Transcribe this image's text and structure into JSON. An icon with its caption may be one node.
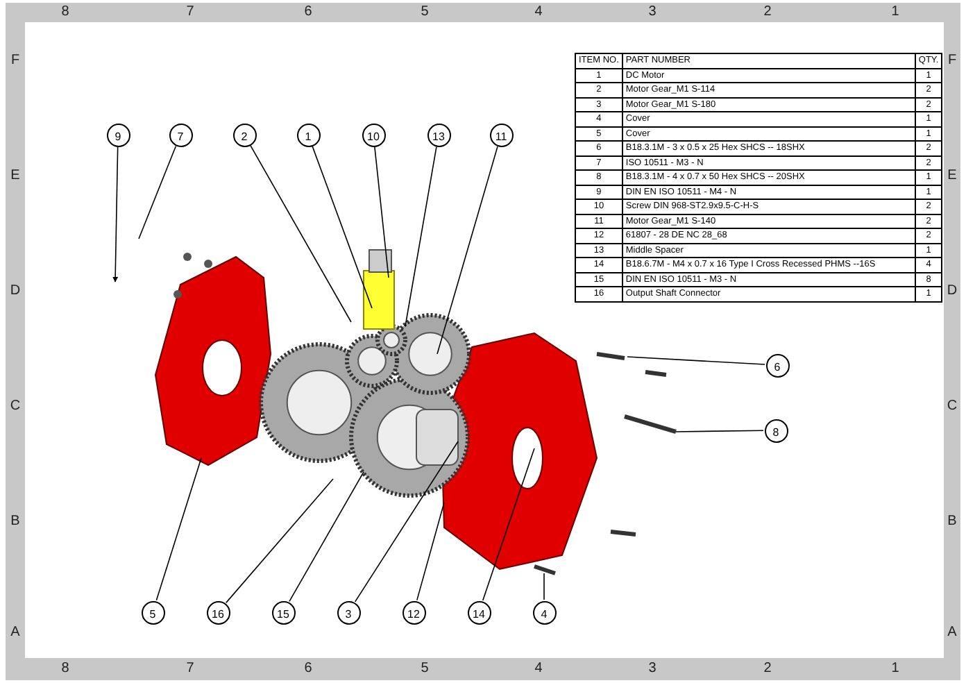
{
  "diagram": {
    "nodes": [
      {
        "text": [
          "9"
        ]
      },
      {
        "text": [
          "7"
        ]
      },
      {
        "text": [
          "2"
        ]
      },
      {
        "text": [
          "1"
        ]
      },
      {
        "text": [
          "10"
        ]
      },
      {
        "text": [
          "13"
        ]
      },
      {
        "text": [
          "11"
        ]
      },
      {
        "text": [
          "6"
        ]
      },
      {
        "text": [
          "8"
        ]
      },
      {
        "text": [
          "5"
        ]
      },
      {
        "text": [
          "16"
        ]
      },
      {
        "text": [
          "15"
        ]
      },
      {
        "text": [
          "3"
        ]
      },
      {
        "text": [
          "12"
        ]
      },
      {
        "text": [
          "14"
        ]
      },
      {
        "text": [
          "4"
        ]
      }
    ],
    "edges": [
      {
        "from": 0,
        "to": null,
        "arrow": "to"
      },
      {
        "from": 1,
        "to": null,
        "arrow": "none"
      },
      {
        "from": 2,
        "to": null,
        "arrow": "none"
      },
      {
        "from": 3,
        "to": null,
        "arrow": "none"
      },
      {
        "from": 4,
        "to": null,
        "arrow": "none"
      },
      {
        "from": 5,
        "to": null,
        "arrow": "none"
      },
      {
        "from": 6,
        "to": null,
        "arrow": "none"
      },
      {
        "from": 7,
        "to": null,
        "arrow": "none"
      },
      {
        "from": 8,
        "to": null,
        "arrow": "none"
      },
      {
        "from": 9,
        "to": null,
        "arrow": "none"
      },
      {
        "from": 10,
        "to": null,
        "arrow": "none"
      },
      {
        "from": 11,
        "to": null,
        "arrow": "none"
      },
      {
        "from": 12,
        "to": null,
        "arrow": "none"
      },
      {
        "from": 13,
        "to": null,
        "arrow": "none"
      },
      {
        "from": 14,
        "to": null,
        "arrow": "none"
      },
      {
        "from": 15,
        "to": null,
        "arrow": "none"
      }
    ],
    "labels": [
      "8",
      "7",
      "6",
      "5",
      "4",
      "3",
      "2",
      "1",
      "F",
      "E",
      "D",
      "C",
      "B",
      "A",
      "F",
      "E",
      "D",
      "C",
      "B",
      "A",
      "8",
      "7",
      "6",
      "5",
      "4",
      "3",
      "2",
      "1",
      "ITEM NO.",
      "PART NUMBER",
      "QTY.",
      "1",
      "DC Motor",
      "1",
      "2",
      "Motor Gear_M1 S-114",
      "2",
      "3",
      "Motor Gear_M1 S-180",
      "2",
      "4",
      "Cover",
      "1",
      "5",
      "Cover",
      "1",
      "6",
      "B18.3.1M - 3 x 0.5 x 25 Hex SHCS -- 18SHX",
      "2",
      "7",
      "ISO 10511 - M3 - N",
      "2",
      "8",
      "B18.3.1M - 4 x 0.7 x 50 Hex SHCS -- 20SHX",
      "1",
      "9",
      "DIN EN ISO 10511 - M4 - N",
      "1",
      "10",
      "Screw DIN 968-ST2.9x9.5-C-H-S",
      "2",
      "11",
      "Motor Gear_M1 S-140",
      "2",
      "12",
      "61807 - 28 DE NC 28_68",
      "2",
      "13",
      "Middle Spacer",
      "1",
      "14",
      "B18.6.7M - M4 x 0.7 x 16 Type I Cross Recessed PHMS --16S",
      "4",
      "15",
      "DIN EN ISO 10511 - M3 - N",
      "8",
      "16",
      "Output Shaft Connector",
      "1"
    ]
  }
}
